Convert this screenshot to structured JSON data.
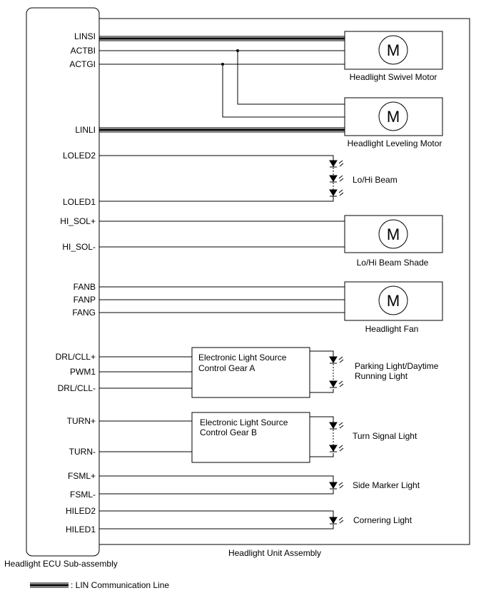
{
  "ecu": {
    "name": "Headlight ECU Sub-assembly",
    "pins": {
      "linsi": "LINSI",
      "actbi": "ACTBI",
      "actgi": "ACTGI",
      "linli": "LINLI",
      "loled2": "LOLED2",
      "loled1": "LOLED1",
      "hi_sol_plus": "HI_SOL+",
      "hi_sol_minus": "HI_SOL-",
      "fanb": "FANB",
      "fanp": "FANP",
      "fang": "FANG",
      "drl_cll_plus": "DRL/CLL+",
      "pwm1": "PWM1",
      "drl_cll_minus": "DRL/CLL-",
      "turn_plus": "TURN+",
      "turn_minus": "TURN-",
      "fsml_plus": "FSML+",
      "fsml_minus": "FSML-",
      "hiled2": "HILED2",
      "hiled1": "HILED1"
    }
  },
  "assembly": {
    "name": "Headlight Unit Assembly"
  },
  "motor_symbol": "M",
  "components": {
    "swivel_motor": "Headlight Swivel Motor",
    "leveling_motor": "Headlight Leveling Motor",
    "lo_hi_beam": "Lo/Hi Beam",
    "beam_shade": "Lo/Hi Beam Shade",
    "fan": "Headlight Fan",
    "gear_a_line1": "Electronic Light Source",
    "gear_a_line2": "Control Gear A",
    "gear_b_line1": "Electronic Light Source",
    "gear_b_line2": "Control Gear B",
    "parking_line1": "Parking Light/Daytime",
    "parking_line2": "Running Light",
    "turn_signal": "Turn  Signal Light",
    "side_marker": "Side Marker Light",
    "cornering": "Cornering Light"
  },
  "legend": {
    "lin_line": ": LIN Communication Line"
  }
}
